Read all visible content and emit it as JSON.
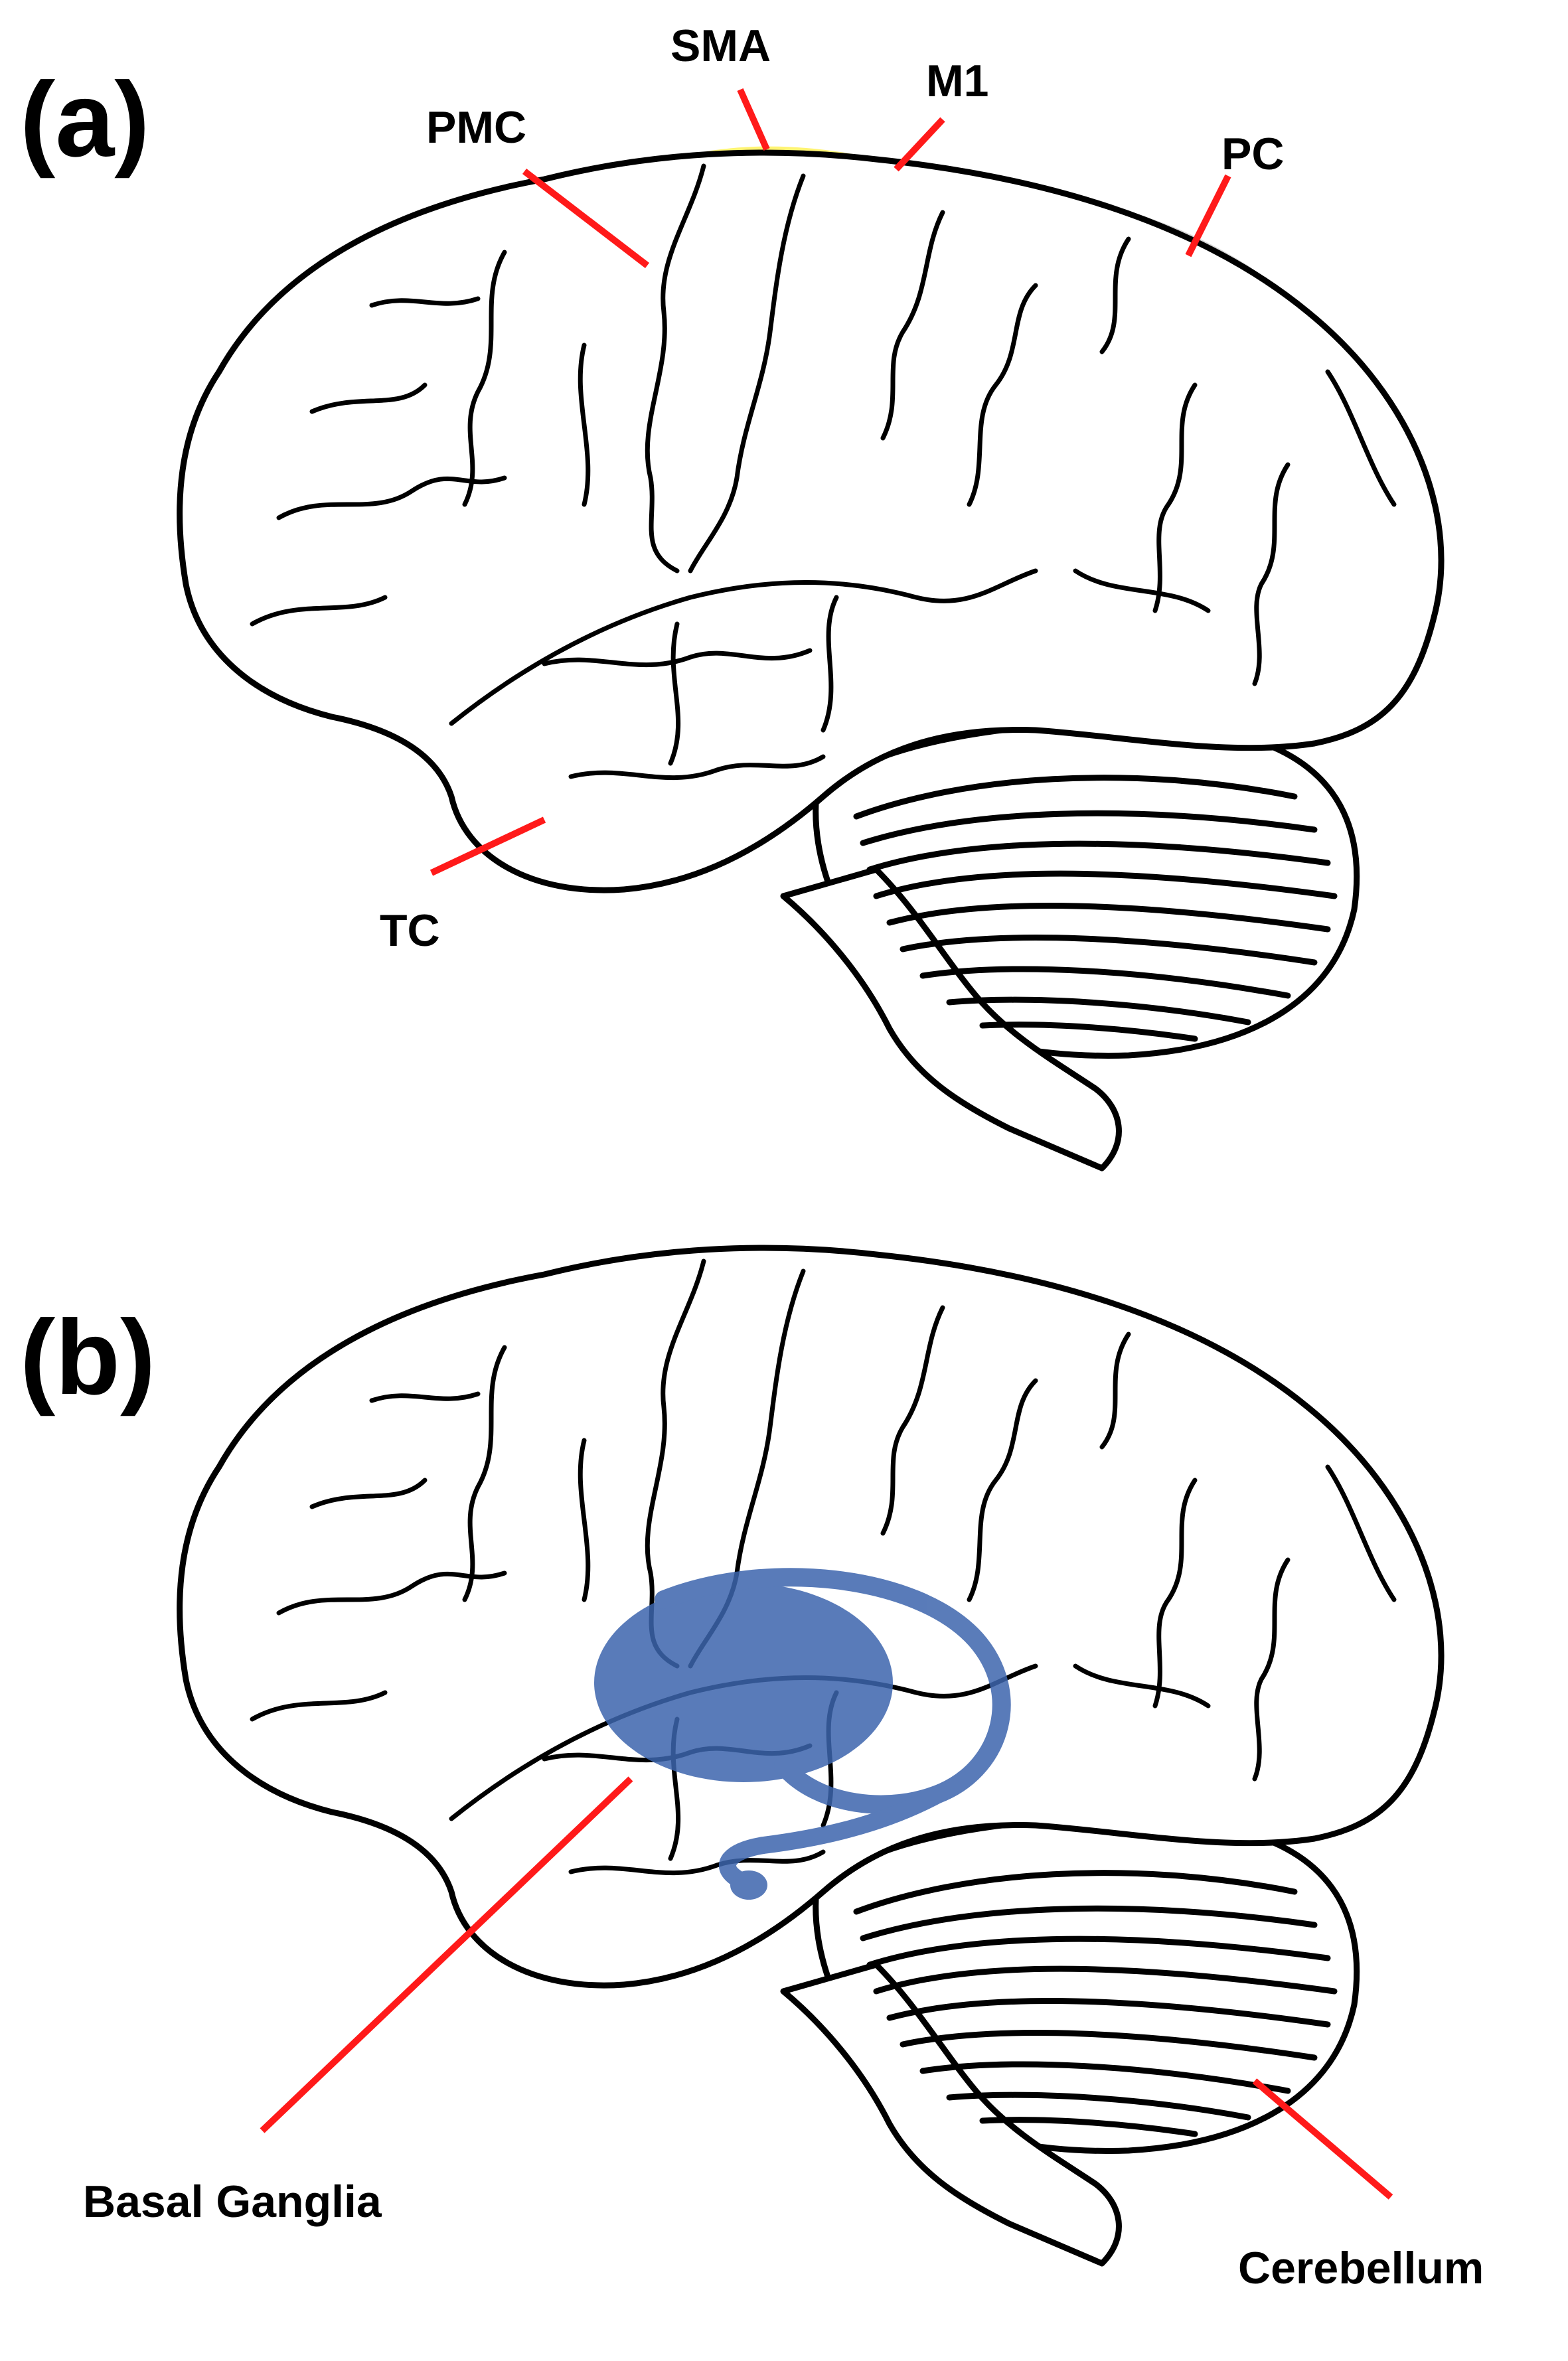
{
  "panels": [
    {
      "label": "(a)",
      "regions": [
        {
          "label": "SMA",
          "color": "#fff36b"
        },
        {
          "label": "M1",
          "color": "#c9e5a3"
        },
        {
          "label": "PMC",
          "color": "#eda988"
        },
        {
          "label": "PC",
          "color": "#d3d3d3"
        },
        {
          "label": "TC",
          "color": "#6aaad9"
        }
      ]
    },
    {
      "label": "(b)",
      "regions": [
        {
          "label": "Basal Ganglia",
          "color": "#3d65ad"
        },
        {
          "label": "Cerebellum",
          "color": "#f5c2a5"
        }
      ]
    }
  ],
  "leader_color": "#ff1a1a"
}
